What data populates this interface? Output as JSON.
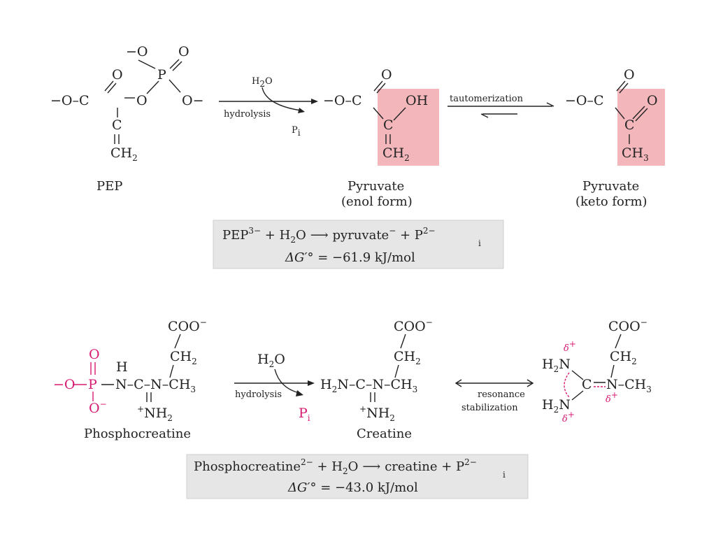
{
  "pep": {
    "phosphate_top_left": "−O",
    "phosphate_top_right": "O",
    "phosphorus": "P",
    "phosphate_right": "O−",
    "bridge_oxygen": "O",
    "carbonyl_oxygen": "O",
    "carboxylate_left": "−O–C",
    "c2": "C",
    "ch2": "CH",
    "ch2_sub": "2",
    "label": "PEP"
  },
  "reaction1": {
    "water": "H",
    "water_sub": "2",
    "water_o": "O",
    "hydrolysis_label": "hydrolysis",
    "pi": "P",
    "pi_sub": "i"
  },
  "pyruvate_enol": {
    "carboxylate_left": "−O–C",
    "carbonyl_oxygen": "O",
    "oh": "OH",
    "c2": "C",
    "ch2": "CH",
    "ch2_sub": "2",
    "label_line1": "Pyruvate",
    "label_line2": "(enol form)"
  },
  "tautomerization": {
    "label": "tautomerization"
  },
  "pyruvate_keto": {
    "carboxylate_left": "−O–C",
    "carbonyl_oxygen": "O",
    "keto_oxygen": "O",
    "c2": "C",
    "ch3": "CH",
    "ch3_sub": "3",
    "label_line1": "Pyruvate",
    "label_line2": "(keto form)"
  },
  "equation1": {
    "line1_a": "PEP",
    "line1_a_sup": "3−",
    "line1_b": " + H",
    "line1_b_sub": "2",
    "line1_c": "O",
    "line1_arrow": "⟶",
    "line1_d": "pyruvate",
    "line1_d_sup": "−",
    "line1_e": " + P",
    "line1_e_sup": "2−",
    "line1_e_sub": "i",
    "line2_a": "ΔG′°",
    "line2_b": " = −61.9 kJ/mol"
  },
  "phosphocreatine": {
    "coo": "COO",
    "coo_sup": "−",
    "ch2": "CH",
    "ch2_sub": "2",
    "top_o": "O",
    "left_o": "−O",
    "p": "P",
    "bottom_o": "O",
    "bottom_o_sup": "−",
    "h": "H",
    "chain": "N–C–N–CH",
    "chain_sub": "3",
    "nh2": "NH",
    "nh2_sup": "+",
    "nh2_sub": "2",
    "label": "Phosphocreatine"
  },
  "reaction2": {
    "water": "H",
    "water_sub": "2",
    "water_o": "O",
    "hydrolysis_label": "hydrolysis",
    "pi": "P",
    "pi_sub": "i"
  },
  "creatine": {
    "coo": "COO",
    "coo_sup": "−",
    "ch2": "CH",
    "ch2_sub": "2",
    "chain_a": "H",
    "chain_a_sub": "2",
    "chain_b": "N–C–N–CH",
    "chain_b_sub": "3",
    "nh2": "NH",
    "nh2_sup": "+",
    "nh2_sub": "2",
    "label": "Creatine"
  },
  "resonance": {
    "label_line1": "resonance",
    "label_line2": "stabilization"
  },
  "creatine_resonance": {
    "coo": "COO",
    "coo_sup": "−",
    "ch2": "CH",
    "ch2_sub": "2",
    "top_n": "H",
    "top_n_sub": "2",
    "top_n_n": "N",
    "bottom_n": "H",
    "bottom_n_sub": "2",
    "bottom_n_n": "N",
    "center": "C",
    "right_chain": "N–CH",
    "right_chain_sub": "3",
    "delta": "δ",
    "delta_sup": "+"
  },
  "equation2": {
    "line1_a": "Phosphocreatine",
    "line1_a_sup": "2−",
    "line1_b": " + H",
    "line1_b_sub": "2",
    "line1_c": "O",
    "line1_arrow": "⟶",
    "line1_d": "creatine + P",
    "line1_d_sup": "2−",
    "line1_d_sub": "i",
    "line2_a": "ΔG′°",
    "line2_b": " = −43.0 kJ/mol"
  },
  "colors": {
    "highlight": "#f2b6bb",
    "phosphoryl": "#d81b72",
    "equation_box": "#e6e6e6"
  }
}
